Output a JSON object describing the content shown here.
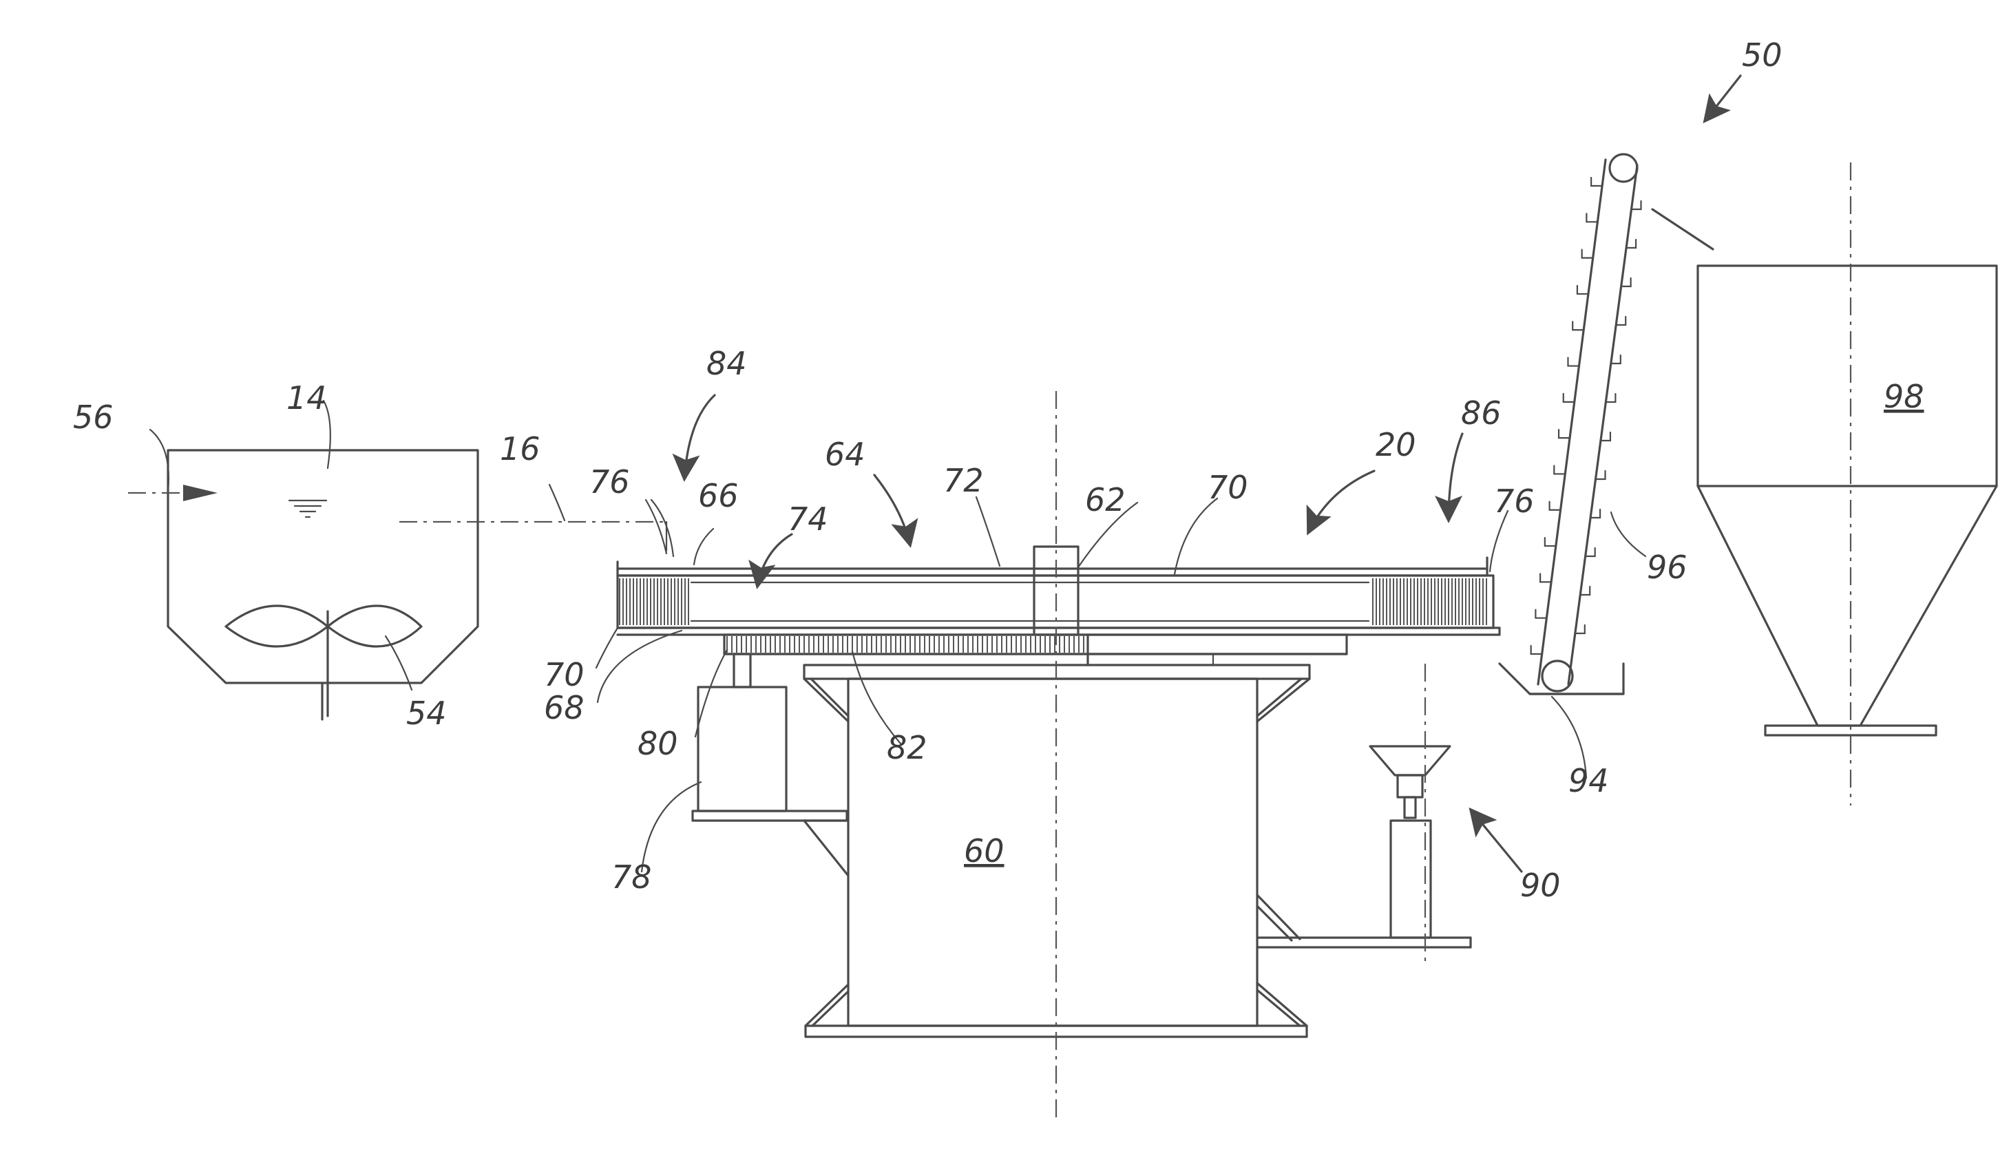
{
  "figure": {
    "labels": {
      "n50": "50",
      "n14": "14",
      "n56": "56",
      "n16": "16",
      "n54": "54",
      "n84": "84",
      "n64": "64",
      "n76_left": "76",
      "n66": "66",
      "n74": "74",
      "n72": "72",
      "n62": "62",
      "n70_center": "70",
      "n20": "20",
      "n86": "86",
      "n76_right": "76",
      "n96": "96",
      "n98": "98",
      "n70_left": "70",
      "n68": "68",
      "n80": "80",
      "n82": "82",
      "n94": "94",
      "n78": "78",
      "n60": "60",
      "n90": "90"
    }
  }
}
